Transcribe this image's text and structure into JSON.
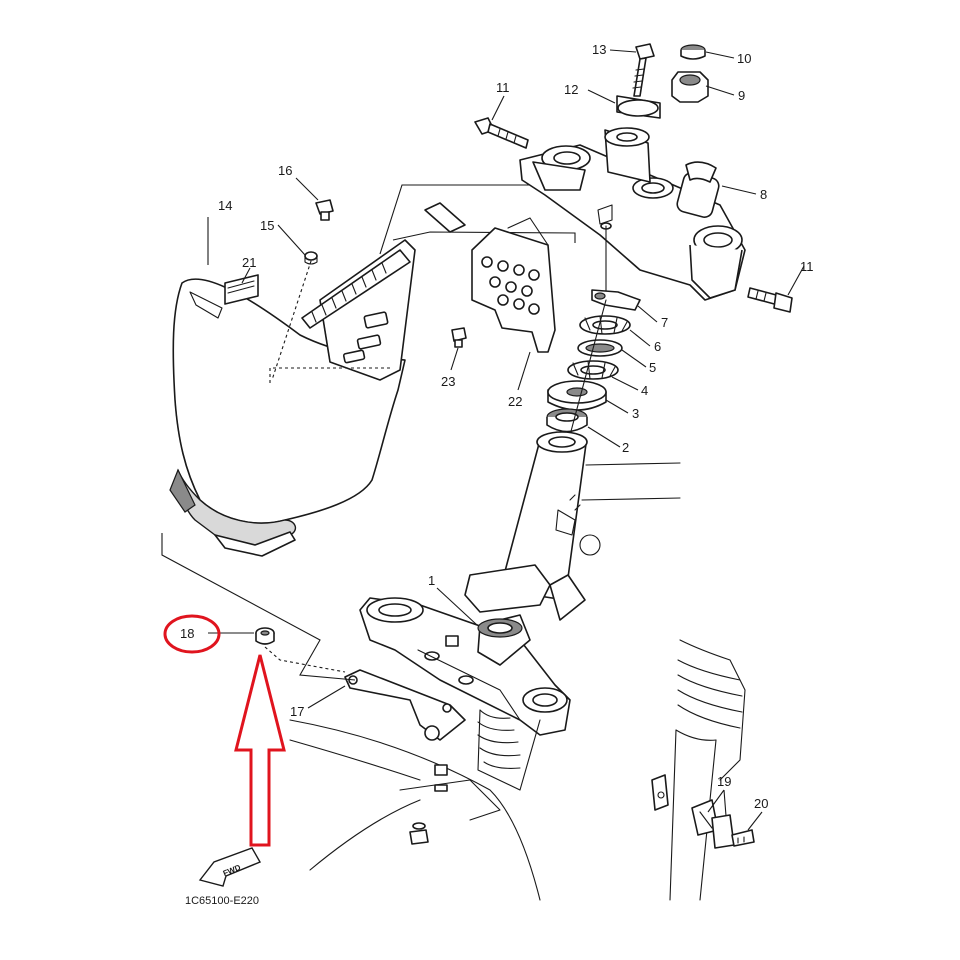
{
  "diagram": {
    "code": "1C65100-E220",
    "fwd_label": "FWD",
    "parts": [
      {
        "key": "p1",
        "number": "1"
      },
      {
        "key": "p2",
        "number": "2"
      },
      {
        "key": "p3",
        "number": "3"
      },
      {
        "key": "p4",
        "number": "4"
      },
      {
        "key": "p5",
        "number": "5"
      },
      {
        "key": "p6",
        "number": "6"
      },
      {
        "key": "p7",
        "number": "7"
      },
      {
        "key": "p8",
        "number": "8"
      },
      {
        "key": "p9",
        "number": "9"
      },
      {
        "key": "p10",
        "number": "10"
      },
      {
        "key": "p11a",
        "number": "11"
      },
      {
        "key": "p11b",
        "number": "11"
      },
      {
        "key": "p12",
        "number": "12"
      },
      {
        "key": "p13",
        "number": "13"
      },
      {
        "key": "p14",
        "number": "14"
      },
      {
        "key": "p15",
        "number": "15"
      },
      {
        "key": "p16",
        "number": "16"
      },
      {
        "key": "p17",
        "number": "17"
      },
      {
        "key": "p18",
        "number": "18"
      },
      {
        "key": "p19",
        "number": "19"
      },
      {
        "key": "p20",
        "number": "20"
      },
      {
        "key": "p21",
        "number": "21"
      },
      {
        "key": "p22",
        "number": "22"
      },
      {
        "key": "p23",
        "number": "23"
      }
    ],
    "highlight": {
      "part": "18",
      "color": "#e0141e"
    }
  }
}
